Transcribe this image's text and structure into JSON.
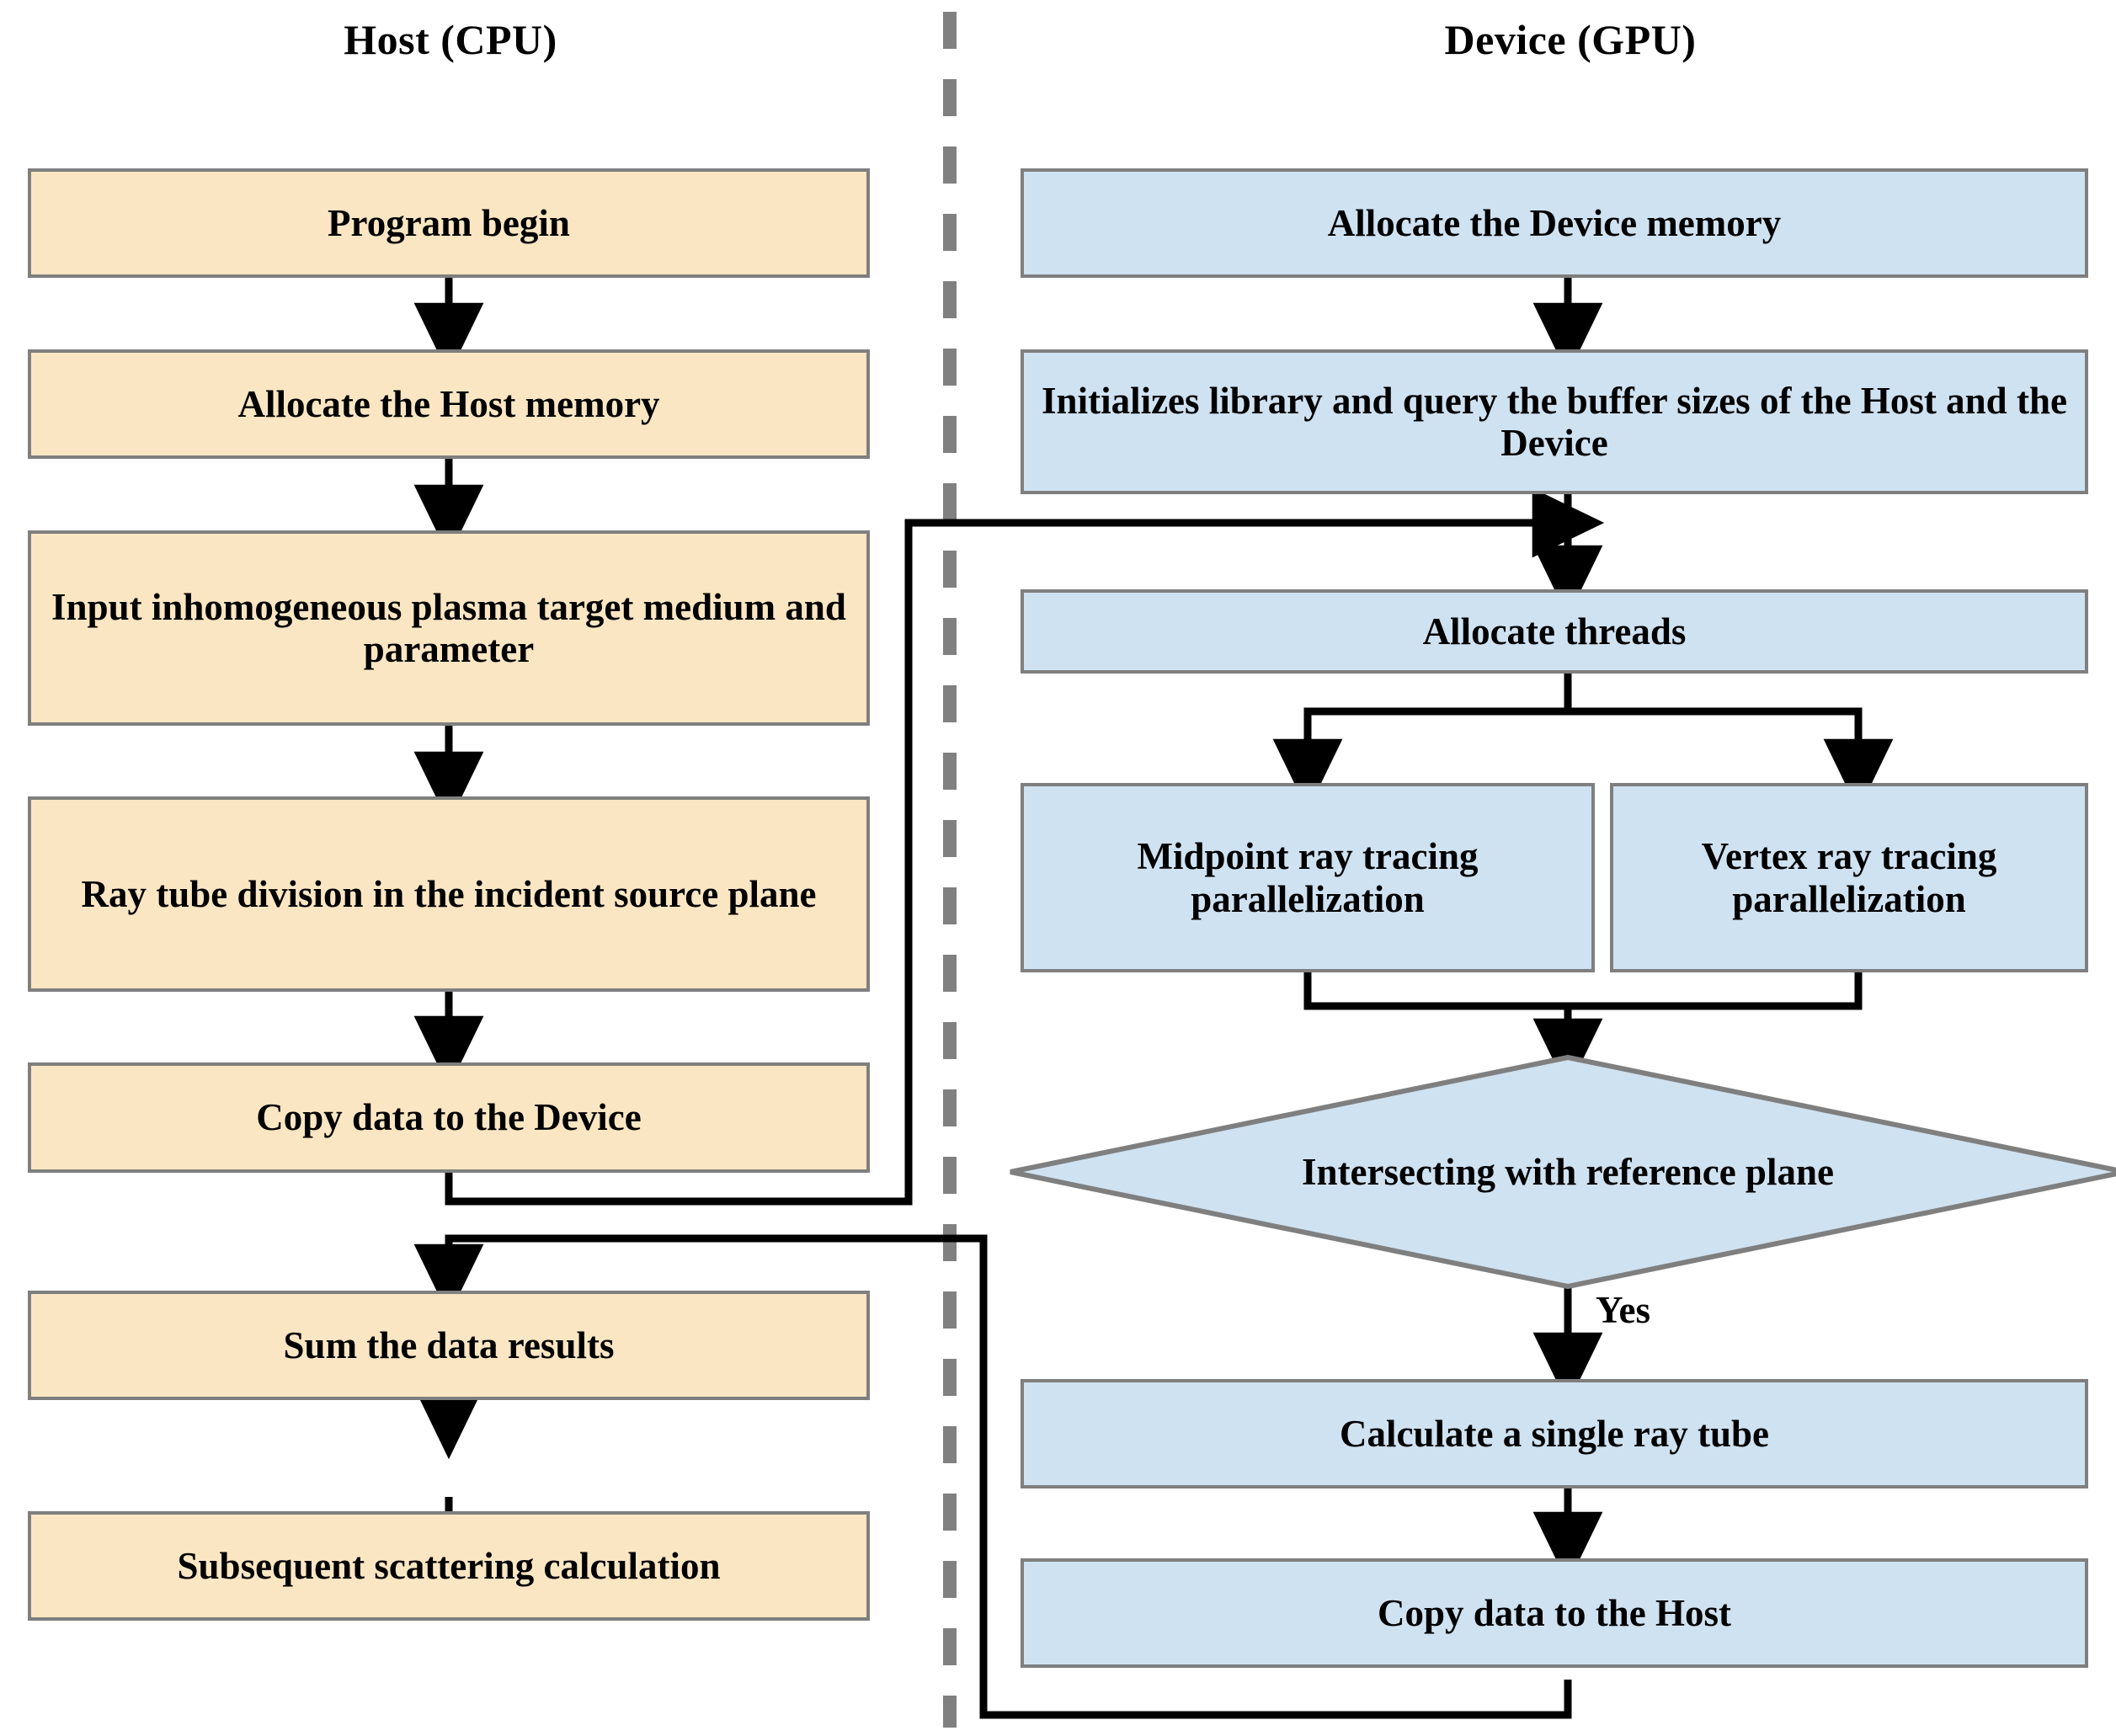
{
  "diagram": {
    "title": "GPU/CPU ray tracing parallelization flowchart",
    "columns": [
      {
        "id": "host",
        "title": "Host (CPU)",
        "fill": "#FBE6C3",
        "stroke": "#7F7F7F"
      },
      {
        "id": "device",
        "title": "Device (GPU)",
        "fill": "#CFE2F1",
        "stroke": "#7F7F7F"
      }
    ],
    "divider": {
      "style": "dashed",
      "color": "#808080"
    },
    "host_nodes": [
      {
        "id": "program-begin",
        "label": "Program begin",
        "shape": "process"
      },
      {
        "id": "allocate-host-memory",
        "label": "Allocate the Host memory",
        "shape": "process"
      },
      {
        "id": "input-plasma",
        "label": "Input inhomogeneous plasma target medium and parameter",
        "shape": "process"
      },
      {
        "id": "ray-tube-division",
        "label": "Ray tube division in the incident source plane",
        "shape": "process"
      },
      {
        "id": "copy-data-to-device",
        "label": "Copy data to the Device",
        "shape": "process"
      },
      {
        "id": "sum-data-results",
        "label": "Sum the data results",
        "shape": "process"
      },
      {
        "id": "subsequent-scattering",
        "label": "Subsequent scattering calculation",
        "shape": "process"
      }
    ],
    "device_nodes": [
      {
        "id": "allocate-device-memory",
        "label": "Allocate the Device memory",
        "shape": "process"
      },
      {
        "id": "initializes-library",
        "label": "Initializes library and query the buffer sizes of the Host and the Device",
        "shape": "process"
      },
      {
        "id": "allocate-threads",
        "label": "Allocate threads",
        "shape": "process"
      },
      {
        "id": "midpoint-ray-tracing",
        "label": "Midpoint  ray tracing parallelization",
        "shape": "process"
      },
      {
        "id": "vertex-ray-tracing",
        "label": "Vertex ray tracing parallelization",
        "shape": "process"
      },
      {
        "id": "intersecting-reference",
        "label": "Intersecting with reference plane",
        "shape": "decision"
      },
      {
        "id": "calculate-single-ray",
        "label": "Calculate a single ray tube",
        "shape": "process"
      },
      {
        "id": "copy-data-to-host",
        "label": "Copy data to the Host",
        "shape": "process"
      }
    ],
    "edge_labels": [
      {
        "id": "yes-label",
        "text": "Yes"
      }
    ]
  }
}
